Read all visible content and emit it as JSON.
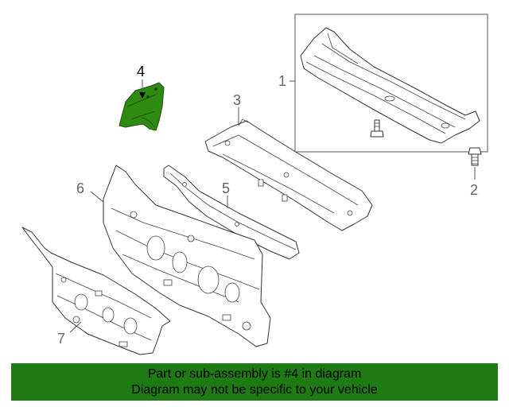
{
  "callouts": {
    "c1": "1",
    "c2": "2",
    "c3": "3",
    "c4": "4",
    "c5": "5",
    "c6": "6",
    "c7": "7"
  },
  "banner": {
    "line1": "Part or sub-assembly is #4 in diagram",
    "line2": "Diagram may not be specific to your vehicle"
  },
  "colors": {
    "highlight_part": "#2e8b12",
    "banner_background": "#1e7a12"
  }
}
